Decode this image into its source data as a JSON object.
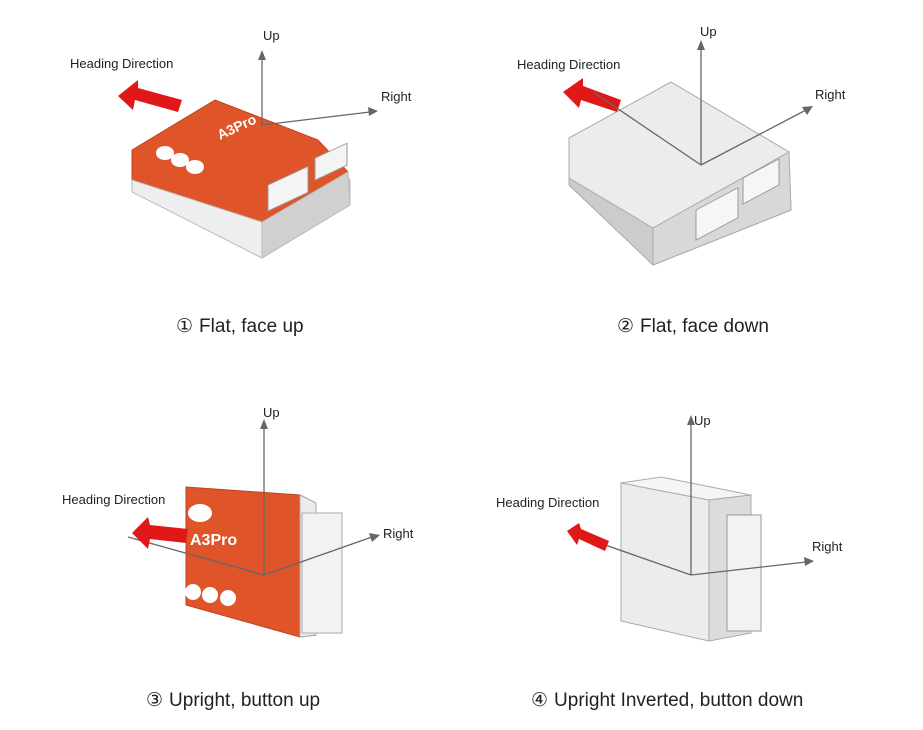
{
  "panels": [
    {
      "caption_num": "①",
      "caption_text": "Flat, face up",
      "heading": "Heading Direction",
      "up": "Up",
      "right": "Right",
      "board_style": "face-up",
      "board_text": "A3Pro"
    },
    {
      "caption_num": "②",
      "caption_text": "Flat, face down",
      "heading": "Heading Direction",
      "up": "Up",
      "right": "Right",
      "board_style": "face-down"
    },
    {
      "caption_num": "③",
      "caption_text": "Upright, button up",
      "heading": "Heading Direction",
      "up": "Up",
      "right": "Right",
      "board_style": "upright-up",
      "board_text": "A3Pro"
    },
    {
      "caption_num": "④",
      "caption_text": "Upright Inverted, button down",
      "heading": "Heading Direction",
      "up": "Up",
      "right": "Right",
      "board_style": "upright-down"
    }
  ],
  "colors": {
    "board_orange": "#e0542a",
    "arrow_red": "#e01818",
    "case_gray": "#e6e6e6",
    "axis_gray": "#666666"
  }
}
